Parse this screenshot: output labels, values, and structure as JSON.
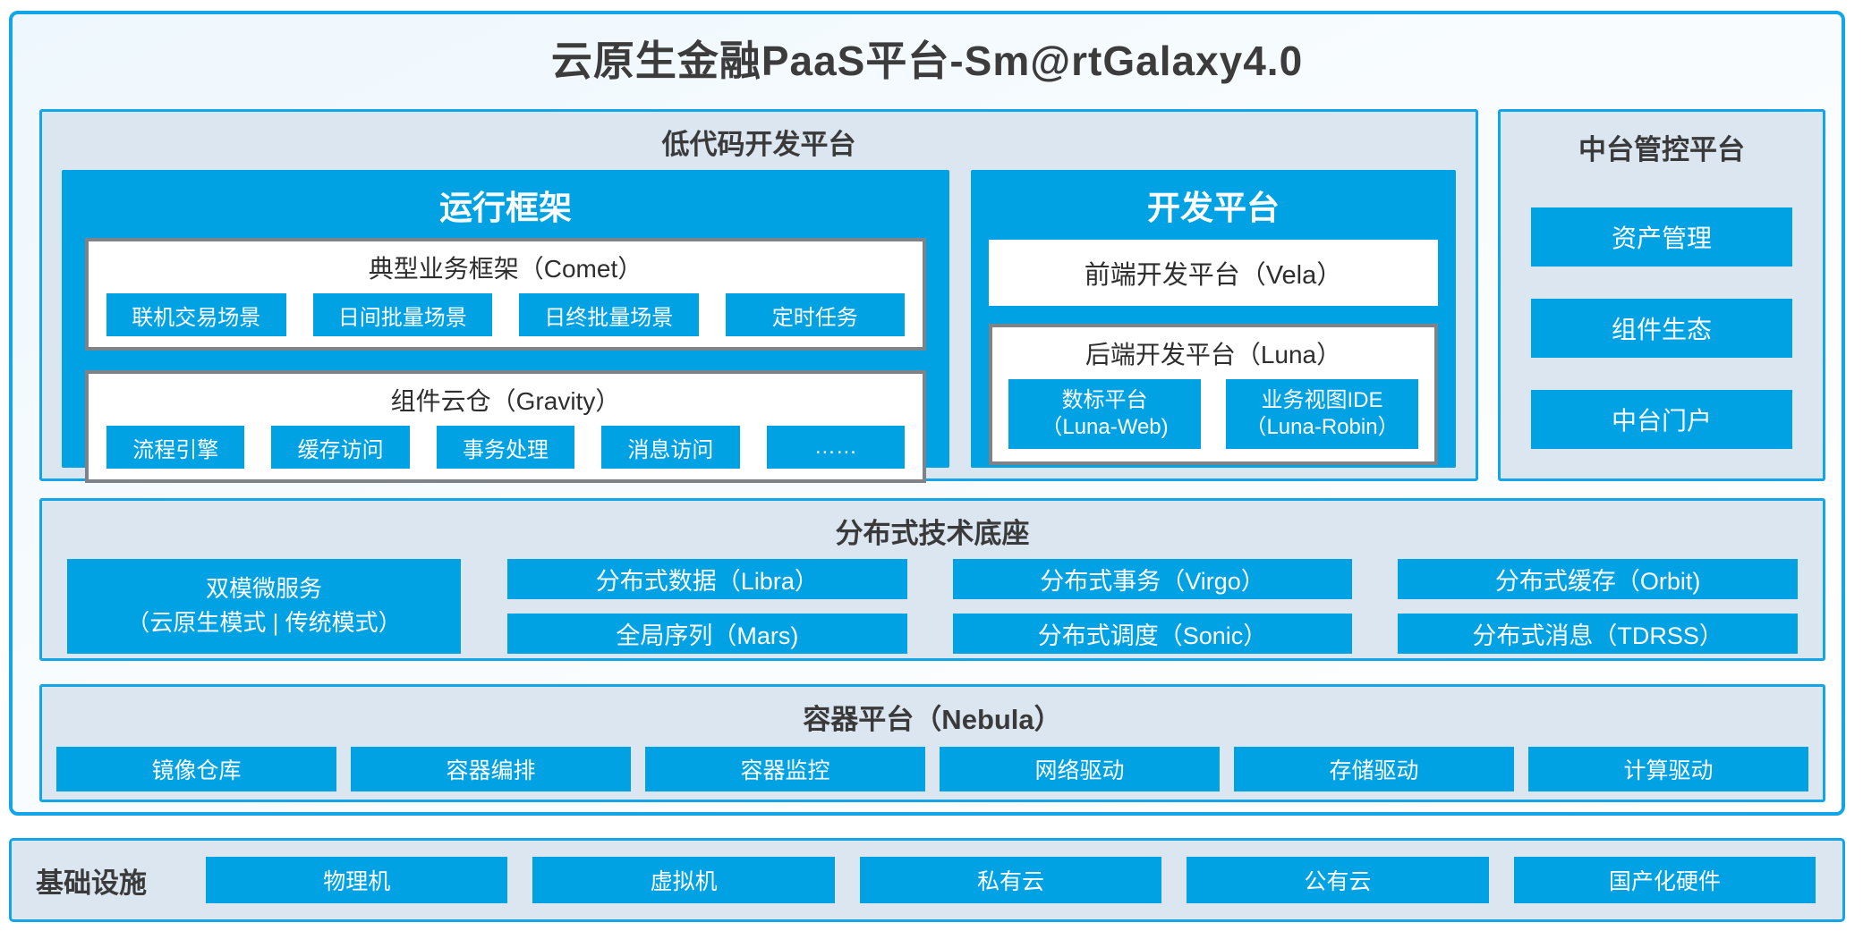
{
  "title": "云原生金融PaaS平台-Sm@rtGalaxy4.0",
  "colors": {
    "accent_blue": "#00A2E4",
    "border_blue": "#12A5E8",
    "panel_background": "#DBE6F1",
    "box_border_gray": "#7F8388",
    "dark_text": "#3C3C3C"
  },
  "low_code": {
    "title": "低代码开发平台",
    "runtime": {
      "title": "运行框架",
      "comet": {
        "title": "典型业务框架（Comet）",
        "chips": [
          "联机交易场景",
          "日间批量场景",
          "日终批量场景",
          "定时任务"
        ]
      },
      "gravity": {
        "title": "组件云仓（Gravity）",
        "chips": [
          "流程引擎",
          "缓存访问",
          "事务处理",
          "消息访问",
          "……"
        ]
      }
    },
    "dev": {
      "title": "开发平台",
      "vela": "前端开发平台（Vela）",
      "luna": {
        "title": "后端开发平台（Luna）",
        "chips": [
          {
            "line1": "数标平台",
            "line2": "（Luna-Web)"
          },
          {
            "line1": "业务视图IDE",
            "line2": "（Luna-Robin）"
          }
        ]
      }
    }
  },
  "middle_platform": {
    "title": "中台管控平台",
    "items": [
      "资产管理",
      "组件生态",
      "中台门户"
    ]
  },
  "distributed": {
    "title": "分布式技术底座",
    "dual": {
      "line1": "双模微服务",
      "line2": "（云原生模式 | 传统模式）"
    },
    "grid": [
      "分布式数据（Libra）",
      "分布式事务（Virgo）",
      "分布式缓存（Orbit)",
      "全局序列（Mars)",
      "分布式调度（Sonic）",
      "分布式消息（TDRSS）"
    ]
  },
  "container": {
    "title": "容器平台（Nebula）",
    "chips": [
      "镜像仓库",
      "容器编排",
      "容器监控",
      "网络驱动",
      "存储驱动",
      "计算驱动"
    ]
  },
  "infrastructure": {
    "title": "基础设施",
    "chips": [
      "物理机",
      "虚拟机",
      "私有云",
      "公有云",
      "国产化硬件"
    ]
  }
}
